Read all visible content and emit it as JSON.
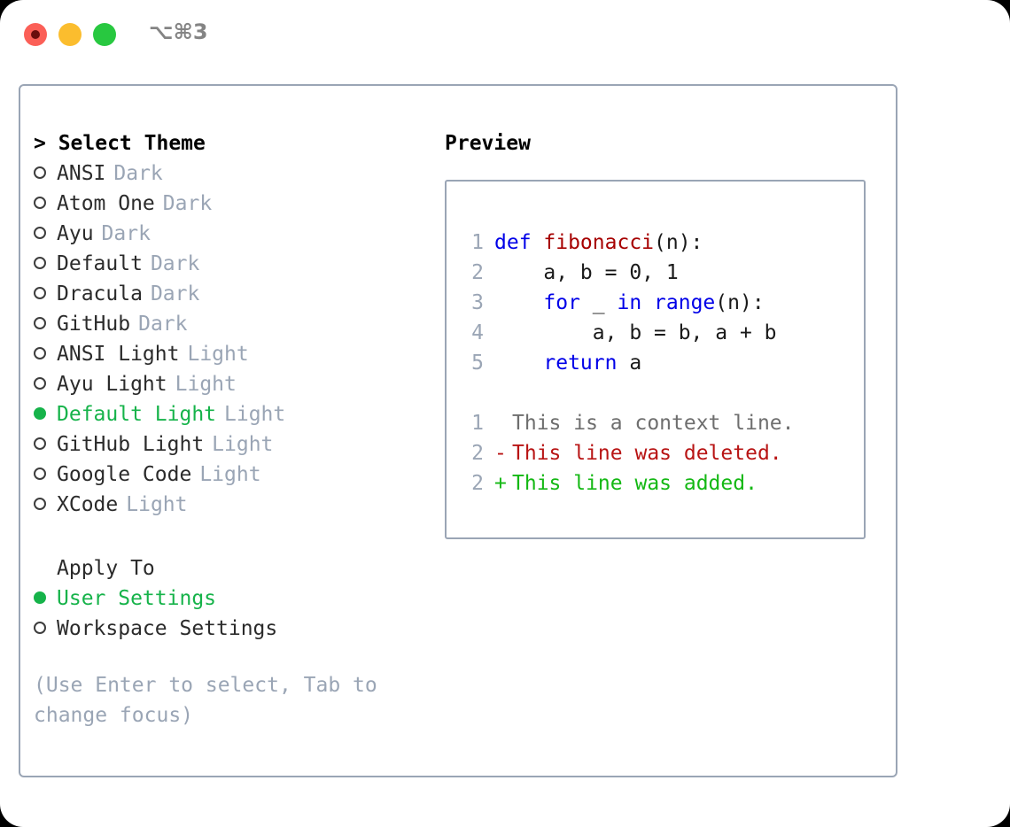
{
  "titlebar": {
    "shortcut": "⌥⌘3",
    "buttons": [
      {
        "name": "close",
        "color": "#fb5f57"
      },
      {
        "name": "minimize",
        "color": "#fbbd2e"
      },
      {
        "name": "maximize",
        "color": "#28c840"
      }
    ]
  },
  "theme_picker": {
    "header": "> Select Theme",
    "accent_color": "#16b34a",
    "muted_color": "#9aa5b5",
    "items": [
      {
        "label": "ANSI",
        "tag": "Dark",
        "selected": false
      },
      {
        "label": "Atom One",
        "tag": "Dark",
        "selected": false
      },
      {
        "label": "Ayu",
        "tag": "Dark",
        "selected": false
      },
      {
        "label": "Default",
        "tag": "Dark",
        "selected": false
      },
      {
        "label": "Dracula",
        "tag": "Dark",
        "selected": false
      },
      {
        "label": "GitHub",
        "tag": "Dark",
        "selected": false
      },
      {
        "label": "ANSI Light",
        "tag": "Light",
        "selected": false
      },
      {
        "label": "Ayu Light",
        "tag": "Light",
        "selected": false
      },
      {
        "label": "Default Light",
        "tag": "Light",
        "selected": true
      },
      {
        "label": "GitHub Light",
        "tag": "Light",
        "selected": false
      },
      {
        "label": "Google Code",
        "tag": "Light",
        "selected": false
      },
      {
        "label": "XCode",
        "tag": "Light",
        "selected": false
      }
    ]
  },
  "apply_to": {
    "title": "Apply To",
    "options": [
      {
        "label": "User Settings",
        "selected": true
      },
      {
        "label": "Workspace Settings",
        "selected": false
      }
    ]
  },
  "hint": "(Use Enter to select, Tab to change focus)",
  "preview": {
    "title": "Preview",
    "code_lines": [
      {
        "num": "1",
        "tokens": [
          {
            "text": "def ",
            "kind": "kw"
          },
          {
            "text": "fibonacci",
            "kind": "fn"
          },
          {
            "text": "(n):",
            "kind": "txt"
          }
        ]
      },
      {
        "num": "2",
        "tokens": [
          {
            "text": "    a, b = 0, 1",
            "kind": "txt"
          }
        ]
      },
      {
        "num": "3",
        "tokens": [
          {
            "text": "    ",
            "kind": "txt"
          },
          {
            "text": "for",
            "kind": "kw"
          },
          {
            "text": " _ ",
            "kind": "txt"
          },
          {
            "text": "in",
            "kind": "kw"
          },
          {
            "text": " ",
            "kind": "txt"
          },
          {
            "text": "range",
            "kind": "kw"
          },
          {
            "text": "(n):",
            "kind": "txt"
          }
        ]
      },
      {
        "num": "4",
        "tokens": [
          {
            "text": "        a, b = b, a + b",
            "kind": "txt"
          }
        ]
      },
      {
        "num": "5",
        "tokens": [
          {
            "text": "    ",
            "kind": "txt"
          },
          {
            "text": "return",
            "kind": "kw"
          },
          {
            "text": " a",
            "kind": "txt"
          }
        ]
      }
    ],
    "diff_lines": [
      {
        "num": "1",
        "sign": " ",
        "text": "This is a context line.",
        "kind": "ctx"
      },
      {
        "num": "2",
        "sign": "-",
        "text": "This line was deleted.",
        "kind": "del"
      },
      {
        "num": "2",
        "sign": "+",
        "text": "This line was added.",
        "kind": "add"
      }
    ]
  }
}
